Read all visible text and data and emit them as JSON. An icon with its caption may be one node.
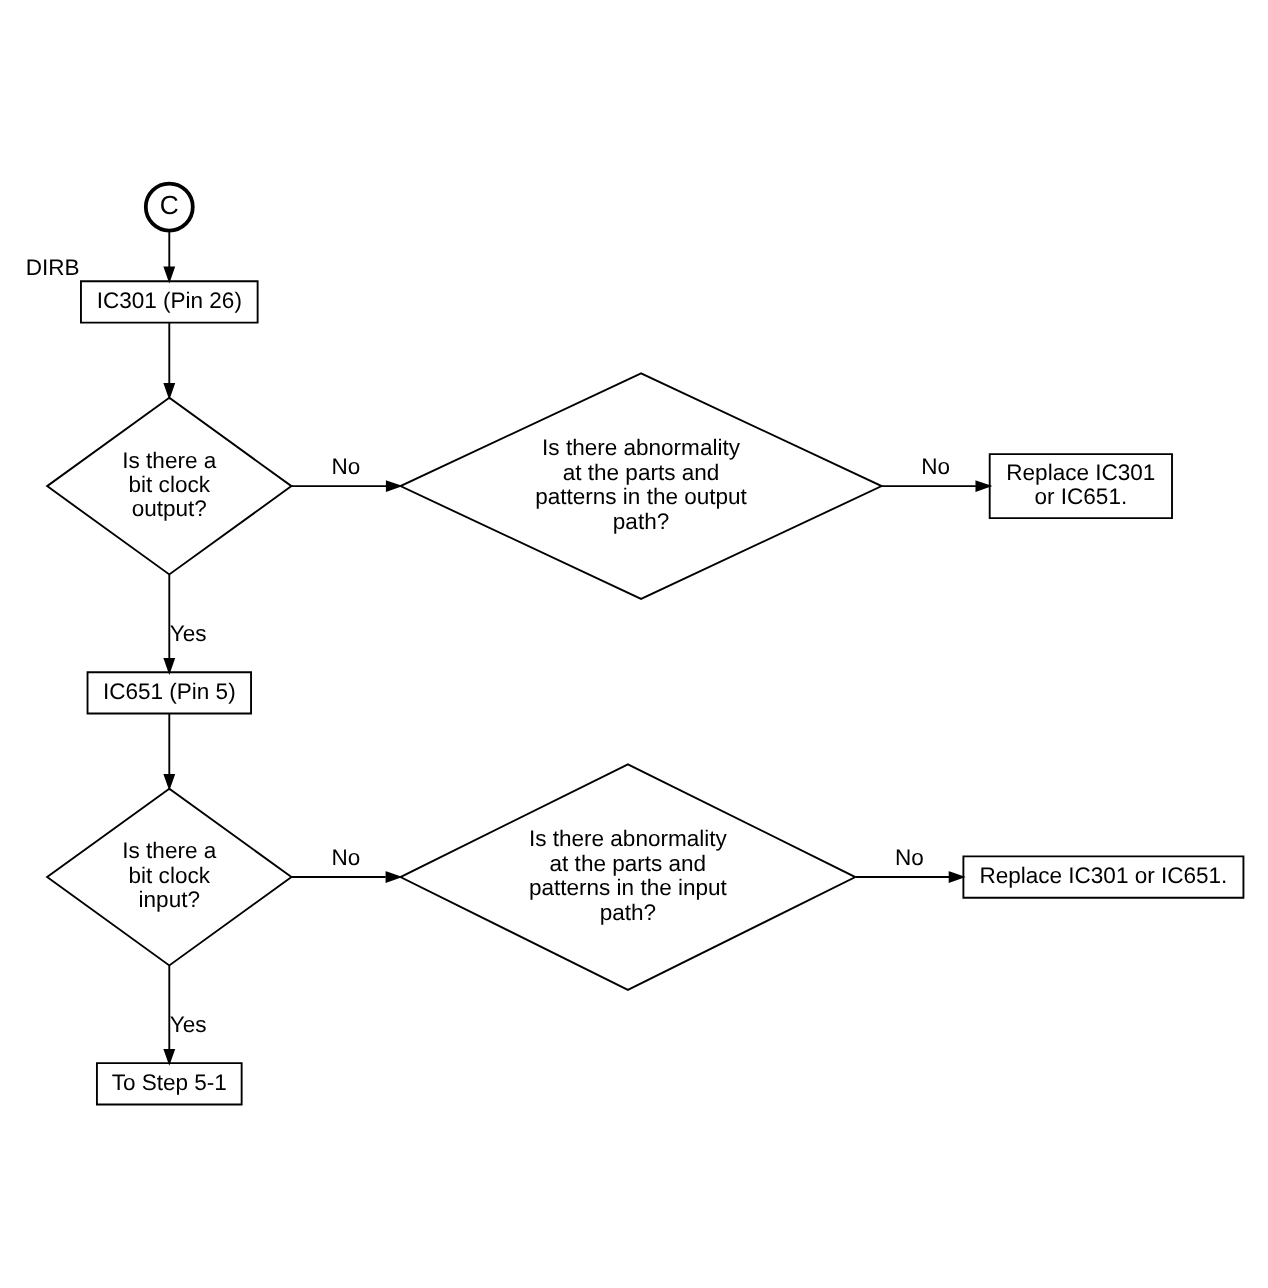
{
  "diagram": {
    "nodes": [
      {
        "text": [
          "C"
        ]
      },
      {
        "text": [
          "IC301 (Pin 26)"
        ],
        "beside": [
          "DIRB"
        ]
      },
      {
        "text": [
          "Is there a bit clock output?"
        ]
      },
      {
        "text": [
          "Is there abnormality at the parts and patterns in the output path?"
        ]
      },
      {
        "text": [
          "Replace IC301 or IC651."
        ]
      },
      {
        "text": [
          "IC651 (Pin 5)"
        ]
      },
      {
        "text": [
          "Is there a bit clock input?"
        ]
      },
      {
        "text": [
          "Is there abnormality at the parts and patterns in the input path?"
        ]
      },
      {
        "text": [
          "Replace IC301 or IC651."
        ]
      },
      {
        "text": [
          "To Step 5-1"
        ]
      }
    ],
    "edges": [
      {
        "from": 0,
        "to": 1,
        "arrow": "to"
      },
      {
        "from": 1,
        "to": 2,
        "arrow": "to"
      },
      {
        "from": 2,
        "to": 3,
        "label": "No",
        "arrow": "to"
      },
      {
        "from": 3,
        "to": 4,
        "label": "No",
        "arrow": "to"
      },
      {
        "from": 2,
        "to": 5,
        "label": "Yes",
        "arrow": "to"
      },
      {
        "from": 5,
        "to": 6,
        "arrow": "to"
      },
      {
        "from": 6,
        "to": 7,
        "label": "No",
        "arrow": "to"
      },
      {
        "from": 7,
        "to": 8,
        "label": "No",
        "arrow": "to"
      },
      {
        "from": 6,
        "to": 9,
        "label": "Yes",
        "arrow": "to"
      }
    ]
  }
}
